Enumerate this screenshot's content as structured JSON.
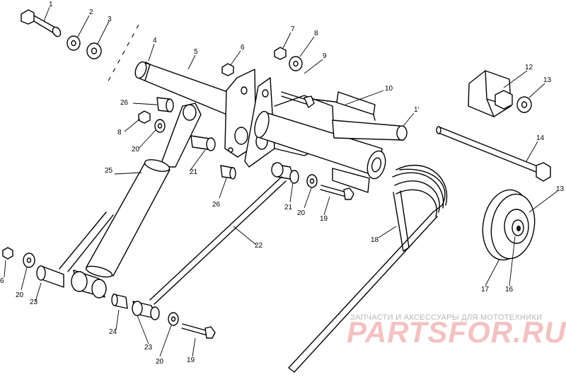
{
  "diagram": {
    "callouts": [
      {
        "id": "c1",
        "text": "1"
      },
      {
        "id": "c2",
        "text": "2"
      },
      {
        "id": "c3",
        "text": "3"
      },
      {
        "id": "c4",
        "text": "4"
      },
      {
        "id": "c5",
        "text": "5"
      },
      {
        "id": "c6a",
        "text": "6"
      },
      {
        "id": "c7",
        "text": "7"
      },
      {
        "id": "c8a",
        "text": "8"
      },
      {
        "id": "c9",
        "text": "9"
      },
      {
        "id": "c10",
        "text": "10"
      },
      {
        "id": "c1b",
        "text": "1'"
      },
      {
        "id": "c12",
        "text": "12"
      },
      {
        "id": "c13a",
        "text": "13"
      },
      {
        "id": "c14",
        "text": "14"
      },
      {
        "id": "c13b",
        "text": "13"
      },
      {
        "id": "c26a",
        "text": "26"
      },
      {
        "id": "c8b",
        "text": "8"
      },
      {
        "id": "c20a",
        "text": "20"
      },
      {
        "id": "c25",
        "text": "25"
      },
      {
        "id": "c21a",
        "text": "21"
      },
      {
        "id": "c26b",
        "text": "26"
      },
      {
        "id": "c21b",
        "text": "21"
      },
      {
        "id": "c20b",
        "text": "20"
      },
      {
        "id": "c19a",
        "text": "19"
      },
      {
        "id": "c18",
        "text": "18"
      },
      {
        "id": "c22",
        "text": "22"
      },
      {
        "id": "c6b",
        "text": "6"
      },
      {
        "id": "c20c",
        "text": "20"
      },
      {
        "id": "c23a",
        "text": "23"
      },
      {
        "id": "c24",
        "text": "24"
      },
      {
        "id": "c23b",
        "text": "23"
      },
      {
        "id": "c20d",
        "text": "20"
      },
      {
        "id": "c19b",
        "text": "19"
      },
      {
        "id": "c17",
        "text": "17"
      },
      {
        "id": "c16",
        "text": "16"
      }
    ]
  },
  "watermark": {
    "tagline": "ЗАПЧАСТИ И АКСЕССУАРЫ ДЛЯ МОТОТЕХНИКИ",
    "logo": "PARTSFOR.RU",
    "color": "#f2c2c2"
  }
}
